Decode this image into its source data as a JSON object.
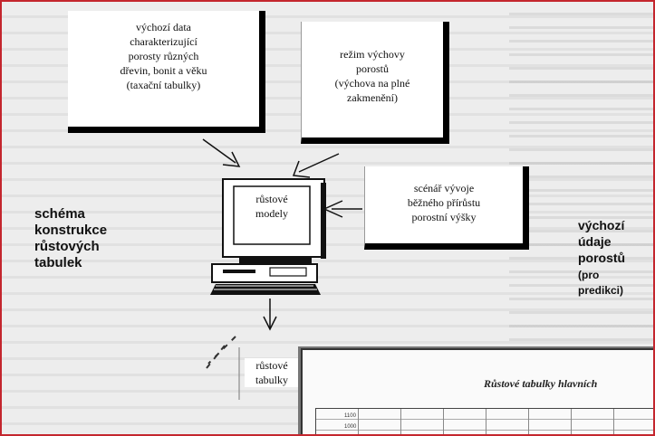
{
  "diagram": {
    "input_data_box": [
      "výchozí data",
      "charakterizující",
      "porosty různých",
      "dřevin, bonit a věku",
      "(taxační tabulky)"
    ],
    "thinning_box": [
      "režim výchovy",
      "porostů",
      "(výchova na plné",
      "zakmenění)"
    ],
    "scenario_box": [
      "scénář vývoje",
      "běžného přírůstu",
      "porostní výšky"
    ],
    "model_screen": [
      "růstové",
      "modely"
    ],
    "output_label": [
      "růstové",
      "tabulky"
    ],
    "left_title": [
      "schéma",
      "konstrukce",
      "růstových",
      "tabulek"
    ],
    "right_title": [
      "výchozí",
      "údaje",
      "porostů"
    ],
    "right_subtitle": [
      "(pro",
      "predikci)"
    ]
  },
  "chart_preview": {
    "title": "Růstové tabulky hlavních",
    "ticks": [
      "1100",
      "1000"
    ]
  },
  "colors": {
    "frame": "#c4262e"
  },
  "icons": [
    "computer-icon",
    "arrow-icon"
  ]
}
